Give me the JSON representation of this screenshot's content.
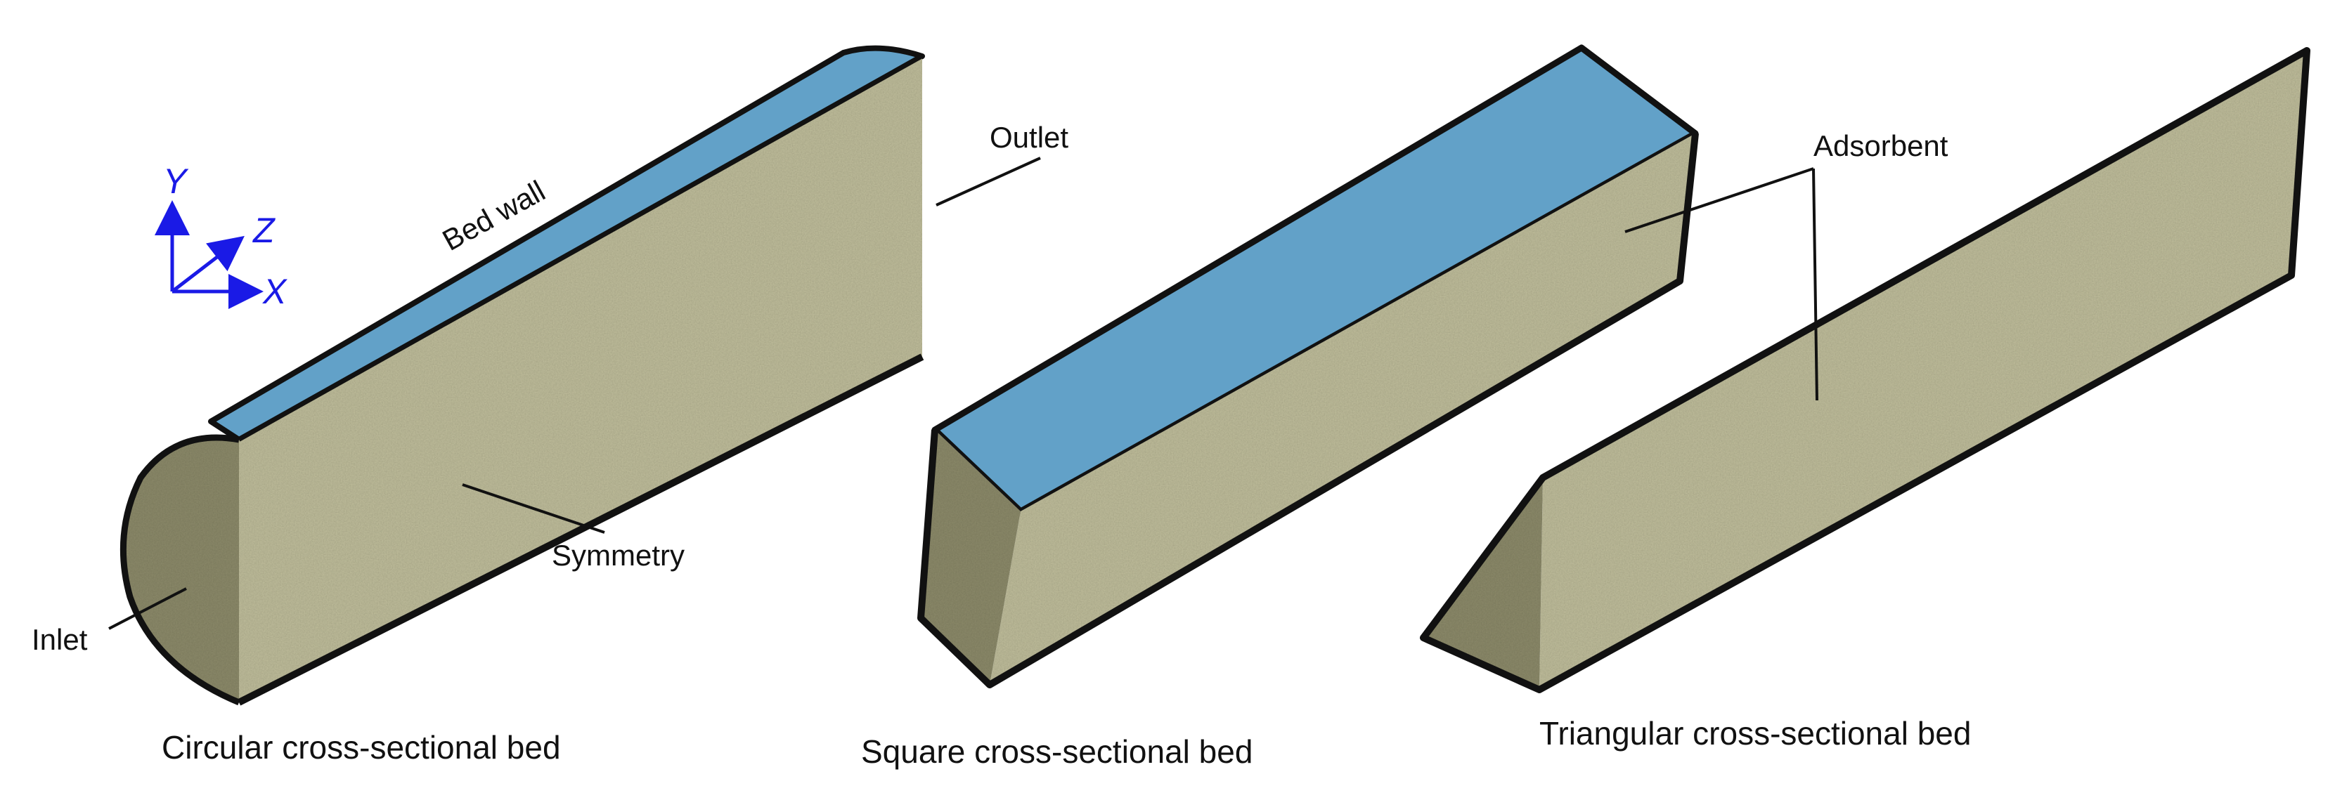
{
  "colors": {
    "adsorbent": "#c3c19e",
    "adsorbent_dark": "#8f8d6c",
    "wall": "#62a1c8",
    "wall_light": "#a9cde6",
    "outline": "#111111",
    "axis": "#1a1ae6"
  },
  "axes": {
    "y": "Y",
    "z": "Z",
    "x": "X"
  },
  "labels": {
    "bed_wall": "Bed wall",
    "outlet": "Outlet",
    "adsorbent": "Adsorbent",
    "symmetry": "Symmetry",
    "inlet": "Inlet"
  },
  "captions": {
    "circular": "Circular cross-sectional bed",
    "square": "Square cross-sectional bed",
    "triangular": "Triangular cross-sectional bed"
  }
}
